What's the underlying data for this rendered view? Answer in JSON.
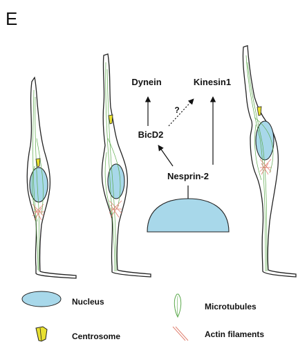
{
  "panel_letter": "E",
  "pathway": {
    "dynein": "Dynein",
    "kinesin": "Kinesin1",
    "bicd2": "BicD2",
    "nesprin": "Nesprin-2",
    "question": "?"
  },
  "legend": {
    "nucleus": "Nucleus",
    "centrosome": "Centrosome",
    "microtubules": "Microtubules",
    "actin": "Actin filaments"
  },
  "colors": {
    "nucleus_fill": "#a8d8ea",
    "microtubule": "#5aa84a",
    "actin": "#e08070",
    "centrosome": "#e8e030",
    "outline": "#222222"
  }
}
